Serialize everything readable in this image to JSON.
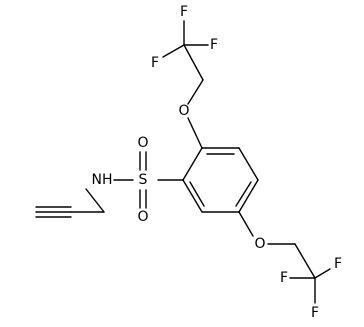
{
  "structure": {
    "atoms": [
      {
        "id": "f1",
        "label": "F"
      },
      {
        "id": "f2",
        "label": "F"
      },
      {
        "id": "f3",
        "label": "F"
      },
      {
        "id": "o_top",
        "label": "O"
      },
      {
        "id": "o_s1",
        "label": "O"
      },
      {
        "id": "s",
        "label": "S"
      },
      {
        "id": "o_s2",
        "label": "O"
      },
      {
        "id": "nh",
        "label": "NH"
      },
      {
        "id": "o_bottom",
        "label": "O"
      },
      {
        "id": "f4",
        "label": "F"
      },
      {
        "id": "f5",
        "label": "F"
      },
      {
        "id": "f6",
        "label": "F"
      }
    ]
  }
}
